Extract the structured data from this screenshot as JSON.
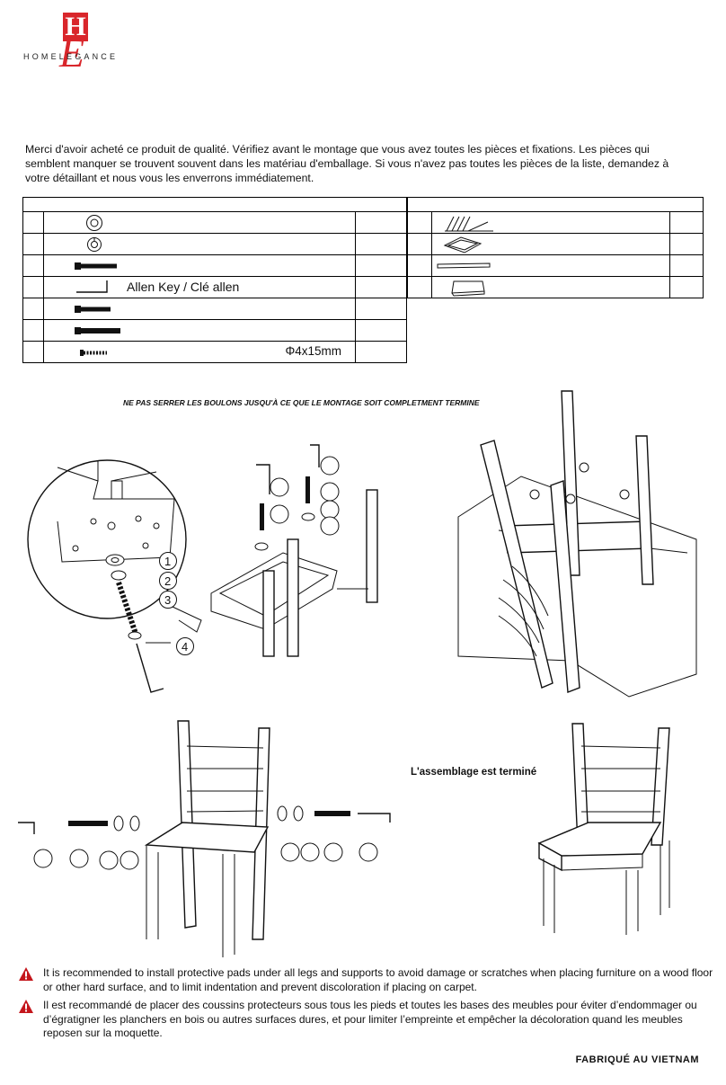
{
  "brand": {
    "letter_h": "H",
    "letter_e": "E",
    "name": "HOMELEGANCE"
  },
  "intro_text": "Merci d'avoir acheté ce produit de qualité. Vérifiez avant le montage que vous avez toutes les pièces et fixations. Les pièces qui semblent manquer se trouvent souvent dans les matériau d'emballage. Si vous n'avez pas toutes les pièces de la liste, demandez à votre détaillant et nous vous les enverrons immédiatement.",
  "parts_left": [
    {
      "icon": "washer-icon",
      "label": ""
    },
    {
      "icon": "lock-washer-icon",
      "label": ""
    },
    {
      "icon": "bolt-icon",
      "label": ""
    },
    {
      "icon": "allen-key-icon",
      "label": "Allen Key / Clé allen"
    },
    {
      "icon": "short-bolt-icon",
      "label": ""
    },
    {
      "icon": "long-bolt-icon",
      "label": ""
    },
    {
      "icon": "screw-icon",
      "label": "",
      "size": "Φ4x15mm"
    }
  ],
  "parts_right": [
    {
      "icon": "chair-back-icon"
    },
    {
      "icon": "seat-frame-icon"
    },
    {
      "icon": "rail-icon"
    },
    {
      "icon": "seat-cushion-icon"
    }
  ],
  "warning_note": "NE PAS SERRER LES BOULONS JUSQU'À CE QUE LE MONTAGE SOIT COMPLETMENT TERMINE",
  "callouts": [
    "1",
    "2",
    "3",
    "4"
  ],
  "assembly_done": "L'assemblage est terminé",
  "warnings": [
    "It is recommended to install protective pads under all legs and supports to avoid damage or scratches when placing furniture on a wood floor or other hard surface, and to limit indentation and prevent discoloration if placing on carpet.",
    "Il est recommandé de placer des coussins protecteurs sous tous les pieds et toutes les bases des meubles pour éviter d’endommager ou d’égratigner les planchers en bois ou autres surfaces dures, et pour limiter l’empreinte et empêcher la décoloration quand les meubles reposen sur la moquette."
  ],
  "made_in": "FABRIQUÉ AU VIETNAM",
  "colors": {
    "brand_red": "#d9262b",
    "warning_red": "#c4161c"
  }
}
